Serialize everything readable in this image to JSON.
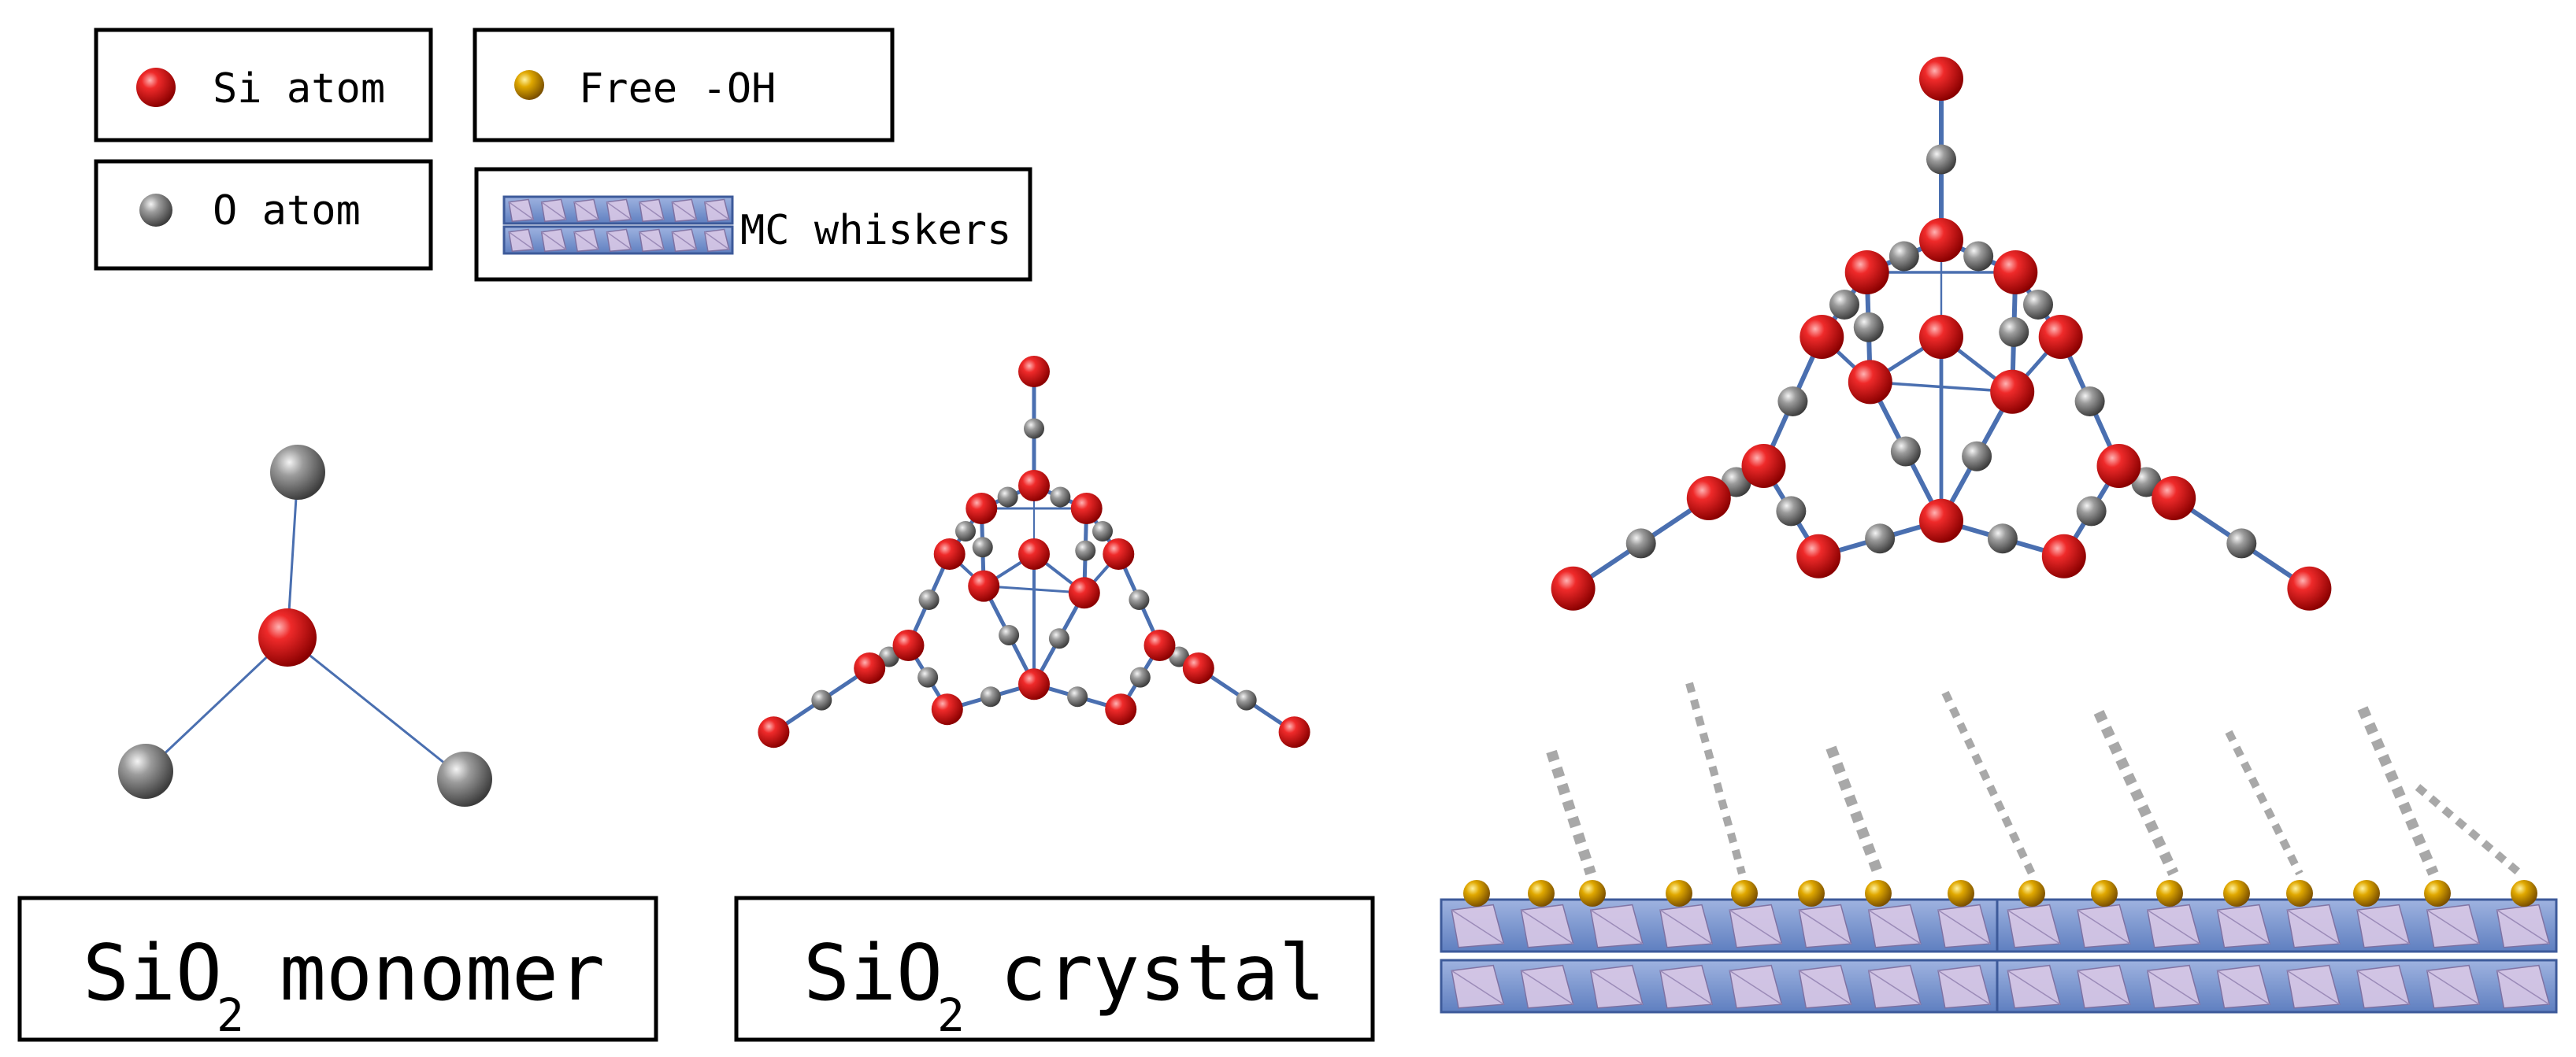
{
  "legend": {
    "si_atom_label": "Si atom",
    "o_atom_label": "O atom",
    "free_oh_label": "Free -OH",
    "mc_whiskers_label": "MC whiskers"
  },
  "captions": {
    "monomer": {
      "formula": "SiO",
      "subscript": "2",
      "word": "monomer"
    },
    "crystal": {
      "formula": "SiO",
      "subscript": "2",
      "word": "crystal"
    }
  },
  "colors": {
    "si_atom": "#e0101a",
    "o_atom": "#8a8a8a",
    "free_oh": "#d9a400",
    "bond": "#4a6fb0",
    "whisker_block": "#7b96cc",
    "hbond": "#b0b0b0"
  },
  "icons": {
    "si_atom": "red-sphere",
    "o_atom": "gray-sphere",
    "free_oh": "gold-sphere",
    "mc_whiskers": "blue-tile-strip"
  }
}
